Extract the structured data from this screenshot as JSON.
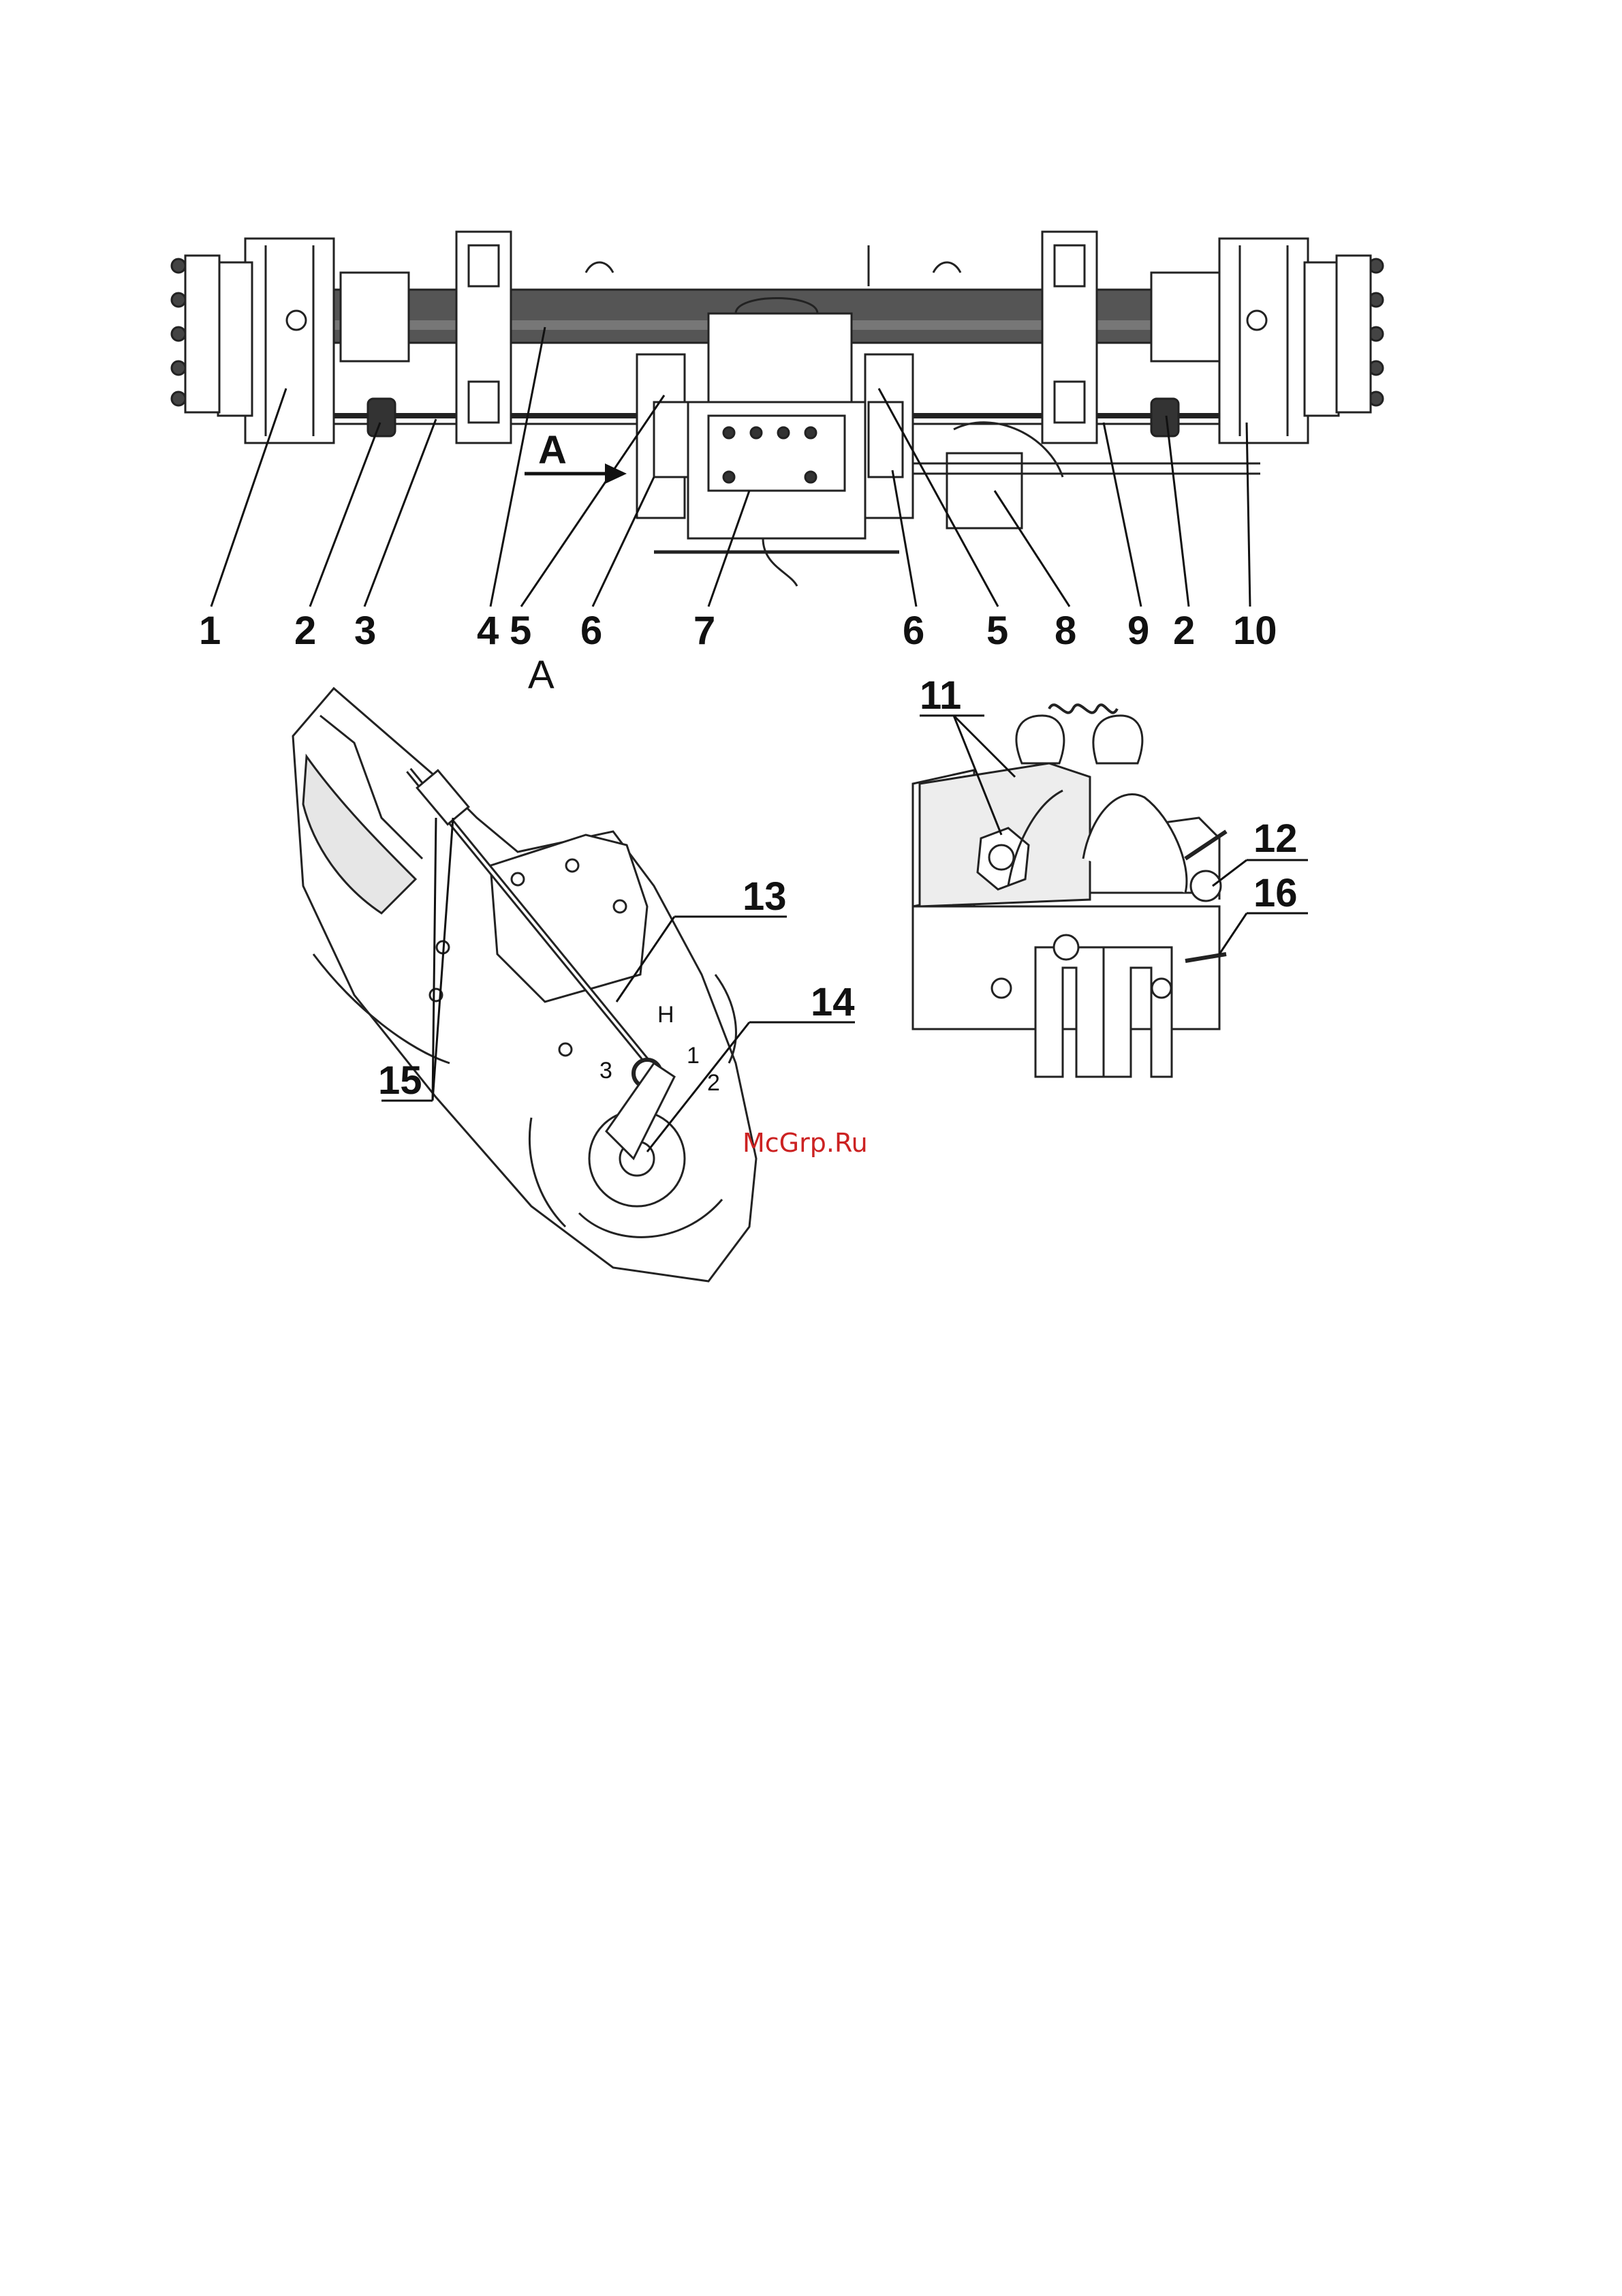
{
  "figure_top": {
    "callouts": [
      "1",
      "2",
      "3",
      "4",
      "5",
      "6",
      "7",
      "6",
      "5",
      "8",
      "9",
      "2",
      "10"
    ],
    "view_arrow_label": "A",
    "view_caption": "A"
  },
  "figure_view_a": {
    "callouts": [
      "13",
      "14",
      "15"
    ],
    "detail_marks": [
      "Н",
      "1",
      "2",
      "3"
    ]
  },
  "figure_detail": {
    "callouts": [
      "11",
      "12",
      "16"
    ]
  },
  "watermark": "McGrp.Ru"
}
